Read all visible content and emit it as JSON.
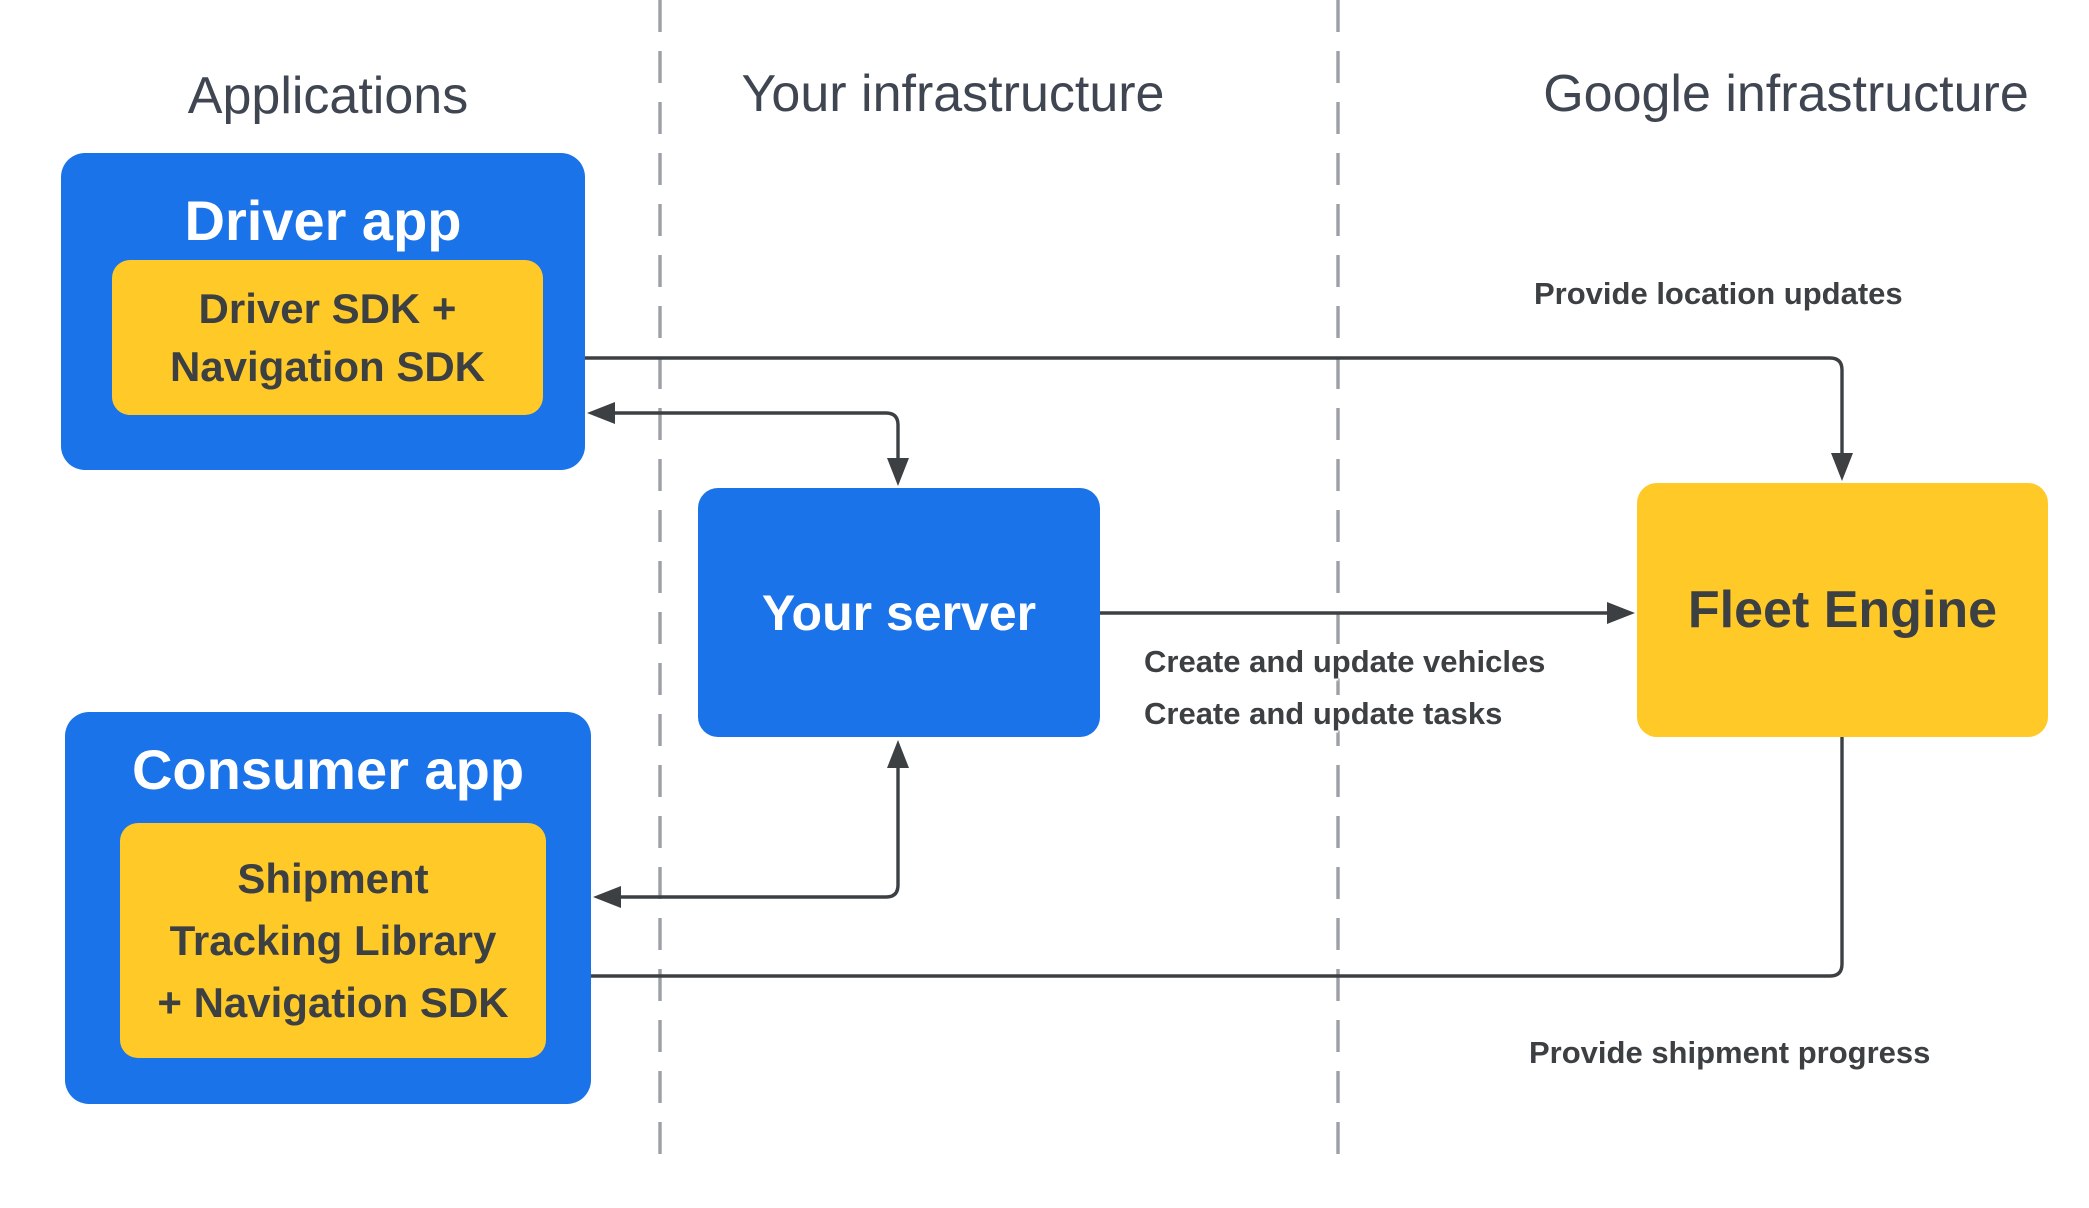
{
  "headers": {
    "applications": "Applications",
    "your_infrastructure": "Your infrastructure",
    "google_infrastructure": "Google infrastructure"
  },
  "boxes": {
    "driver_app": {
      "title": "Driver app",
      "sdk": {
        "line1": "Driver SDK +",
        "line2": "Navigation SDK"
      }
    },
    "consumer_app": {
      "title": "Consumer app",
      "sdk": {
        "line1": "Shipment",
        "line2": "Tracking Library",
        "line3": "+ Navigation SDK"
      }
    },
    "your_server": {
      "title": "Your server"
    },
    "fleet_engine": {
      "title": "Fleet Engine"
    }
  },
  "arrow_labels": {
    "provide_location_updates": "Provide location updates",
    "create_update_vehicles": "Create and update vehicles",
    "create_update_tasks": "Create and update tasks",
    "provide_shipment_progress": "Provide shipment progress"
  },
  "colors": {
    "blue": "#1a73e8",
    "yellow": "#ffc928",
    "ink": "#3c4043",
    "dash": "#9aa0a6",
    "heading": "#3f4551"
  }
}
